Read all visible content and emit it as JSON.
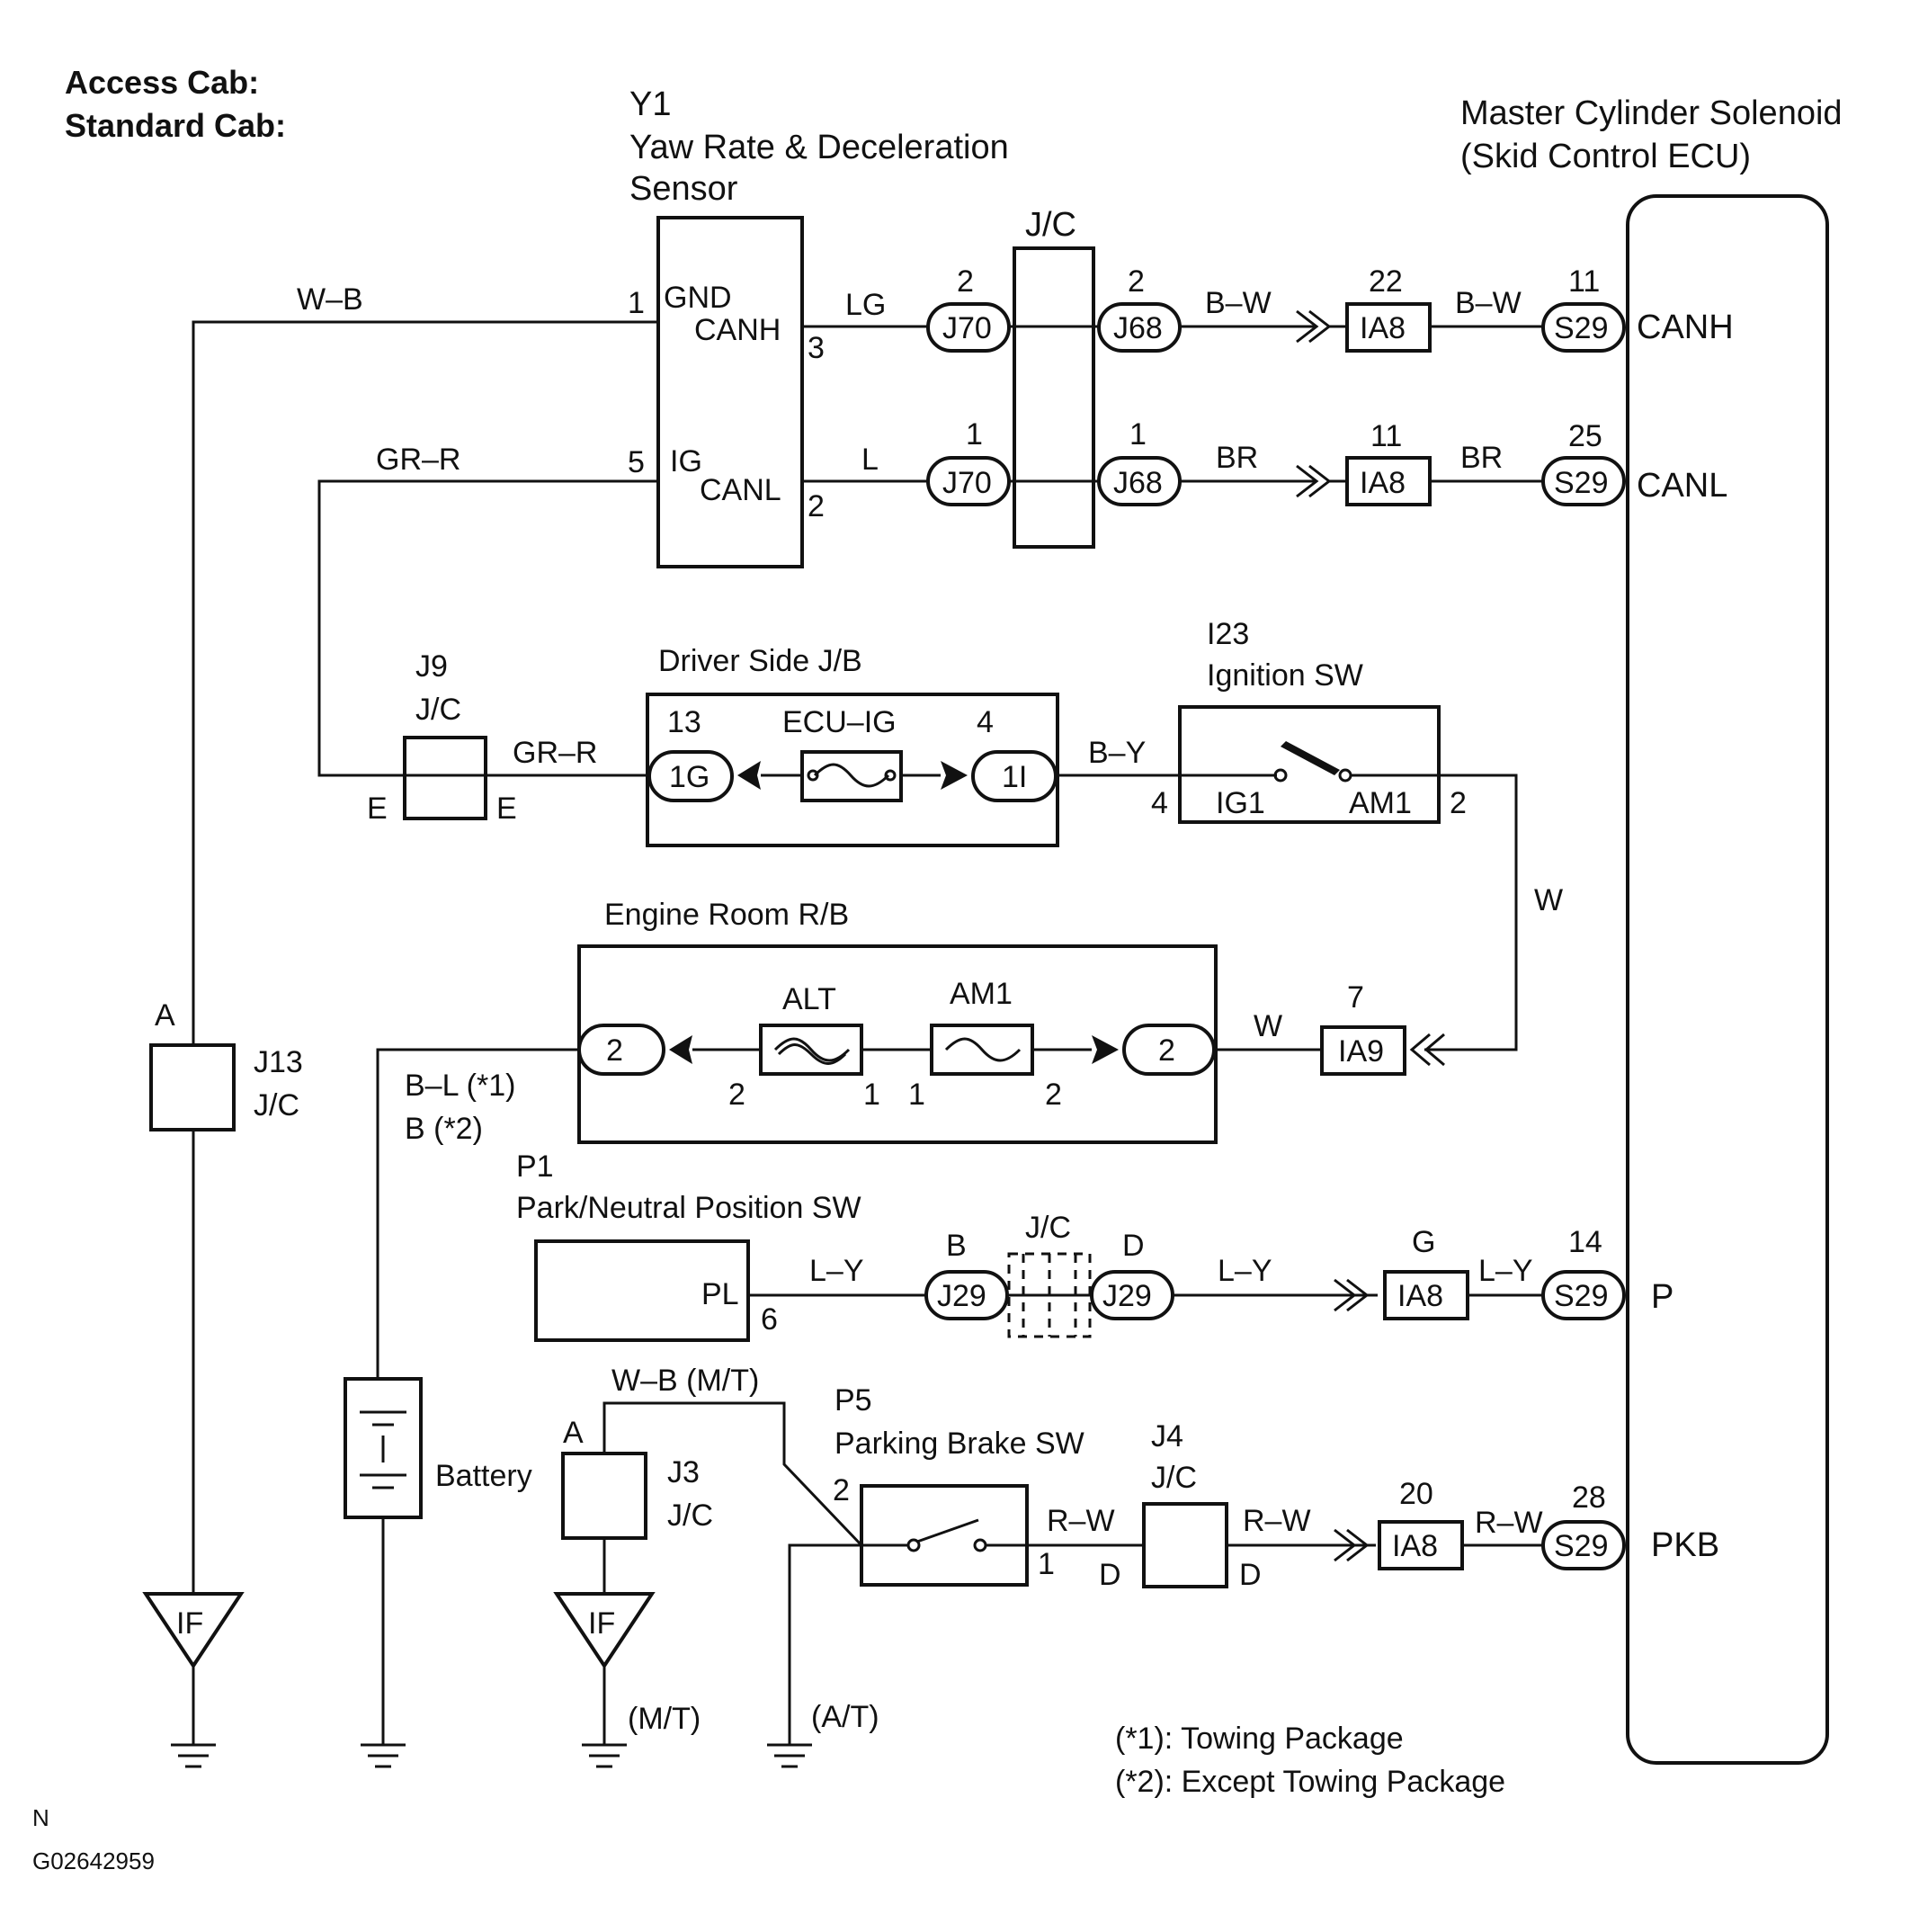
{
  "header": {
    "line1": "Access Cab:",
    "line2": "Standard Cab:"
  },
  "components": {
    "yaw_sensor": {
      "code": "Y1",
      "name1": "Yaw Rate & Deceleration",
      "name2": "Sensor",
      "pin_gnd": "GND",
      "pin_canh": "CANH",
      "pin_ig": "IG",
      "pin_canl": "CANL"
    },
    "jc_top": {
      "label": "J/C"
    },
    "ecu": {
      "name1": "Master Cylinder Solenoid",
      "name2": "(Skid Control ECU)",
      "pin_canh": "CANH",
      "pin_canl": "CANL",
      "pin_p": "P",
      "pin_pkb": "PKB"
    },
    "driver_jb": {
      "label": "Driver Side J/B",
      "fuse": "ECU–IG",
      "left_conn": "1G",
      "right_conn": "1I",
      "left_pin": "13",
      "right_pin": "4"
    },
    "ignition_sw": {
      "code": "I23",
      "name": "Ignition SW",
      "ig1": "IG1",
      "am1": "AM1"
    },
    "j9": {
      "code": "J9",
      "label": "J/C",
      "pin": "E"
    },
    "engine_rb": {
      "label": "Engine Room R/B",
      "fuse1": "ALT",
      "fuse2": "AM1",
      "conn": "2",
      "fuse_pin1": "1",
      "fuse_pin2": "2"
    },
    "j13": {
      "code": "J13",
      "label": "J/C",
      "pin": "A"
    },
    "p1": {
      "code": "P1",
      "name": "Park/Neutral Position SW",
      "pin": "PL"
    },
    "jc_mid": {
      "label": "J/C"
    },
    "battery": {
      "label": "Battery"
    },
    "j3": {
      "code": "J3",
      "label": "J/C",
      "pin": "A"
    },
    "p5": {
      "code": "P5",
      "name": "Parking Brake SW"
    },
    "j4": {
      "code": "J4",
      "label": "J/C",
      "pin": "D"
    },
    "ground": {
      "label": "IF"
    }
  },
  "connectors": {
    "j70": "J70",
    "j68": "J68",
    "ia8": "IA8",
    "s29": "S29",
    "ia9": "IA9",
    "j29": "J29"
  },
  "wires": {
    "wb": "W–B",
    "gr_r": "GR–R",
    "lg": "LG",
    "l": "L",
    "bw": "B–W",
    "br": "BR",
    "by": "B–Y",
    "w": "W",
    "bl1": "B–L (*1)",
    "b2": "B (*2)",
    "ly": "L–Y",
    "wb_mt": "W–B (M/T)",
    "rw": "R–W"
  },
  "pins": {
    "p1": "1",
    "p2": "2",
    "p3": "3",
    "p4": "4",
    "p5": "5",
    "p6": "6",
    "p7": "7",
    "p11": "11",
    "p14": "14",
    "p20": "20",
    "p22": "22",
    "p25": "25",
    "p28": "28",
    "pB": "B",
    "pD": "D",
    "pG": "G"
  },
  "notes": {
    "mt": "(M/T)",
    "at": "(A/T)",
    "note1": "(*1): Towing Package",
    "note2": "(*2): Except Towing Package"
  },
  "footer": {
    "n": "N",
    "figure_id": "G02642959"
  }
}
